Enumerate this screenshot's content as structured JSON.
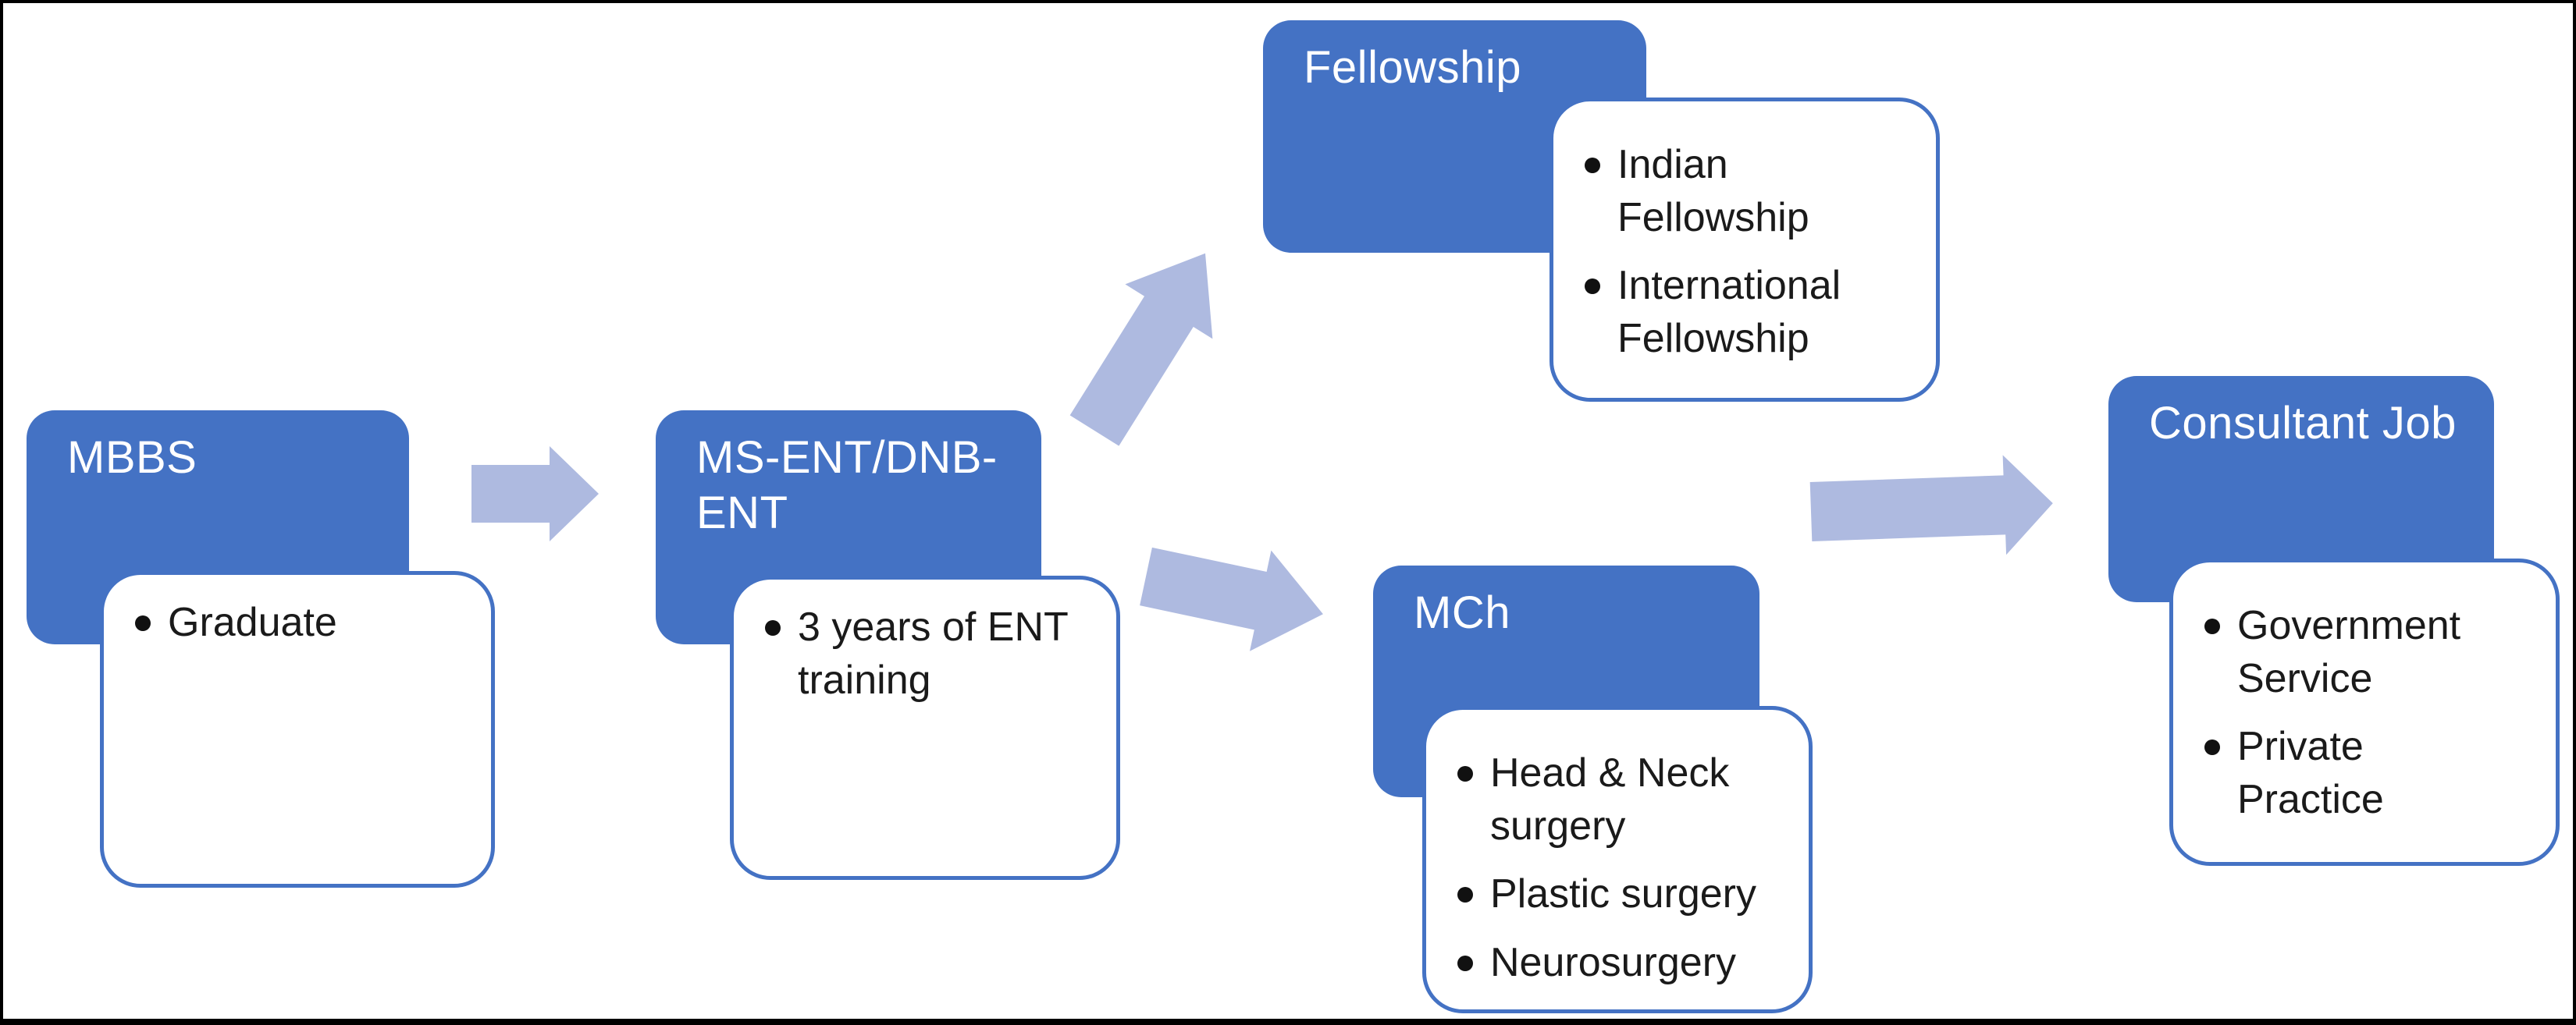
{
  "canvas": {
    "bg": "#ffffff",
    "border_color": "#000000"
  },
  "colors": {
    "node_fill": "#4472C4",
    "node_title_text": "#ffffff",
    "detail_box_bg": "#ffffff",
    "detail_box_border": "#4472C4",
    "detail_text": "#1a1a1a",
    "arrow_fill": "#AEBAE0"
  },
  "diagram": {
    "type": "flowchart",
    "nodes": [
      {
        "id": "mbbs",
        "title": "MBBS",
        "bullets": [
          "Graduate"
        ]
      },
      {
        "id": "ms-ent-dnb-ent",
        "title": "MS-ENT/DNB-\nENT",
        "bullets": [
          "3 years of ENT\ntraining"
        ]
      },
      {
        "id": "fellowship",
        "title": "Fellowship",
        "bullets": [
          "Indian\nFellowship",
          "International\nFellowship"
        ]
      },
      {
        "id": "mch",
        "title": "MCh",
        "bullets": [
          "Head & Neck\nsurgery",
          "Plastic surgery",
          "Neurosurgery"
        ]
      },
      {
        "id": "consultant-job",
        "title": "Consultant Job",
        "bullets": [
          "Government\nService",
          "Private\nPractice"
        ]
      }
    ],
    "edges": [
      {
        "from": "MBBS",
        "to": "MS-ENT/DNB-ENT"
      },
      {
        "from": "MS-ENT/DNB-ENT",
        "to": "Fellowship"
      },
      {
        "from": "MS-ENT/DNB-ENT",
        "to": "MCh"
      },
      {
        "from": "Fellowship / MCh",
        "to": "Consultant Job"
      }
    ]
  }
}
